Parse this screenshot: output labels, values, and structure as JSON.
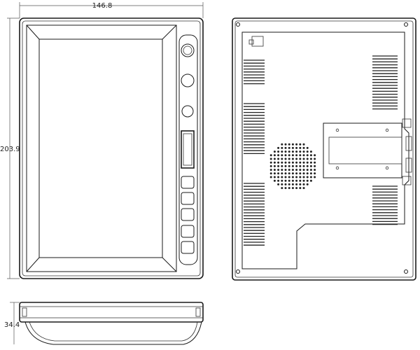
{
  "dimensions": {
    "width_label": "146.8",
    "height_label": "203.9",
    "depth_label": "34.4"
  },
  "front_view": {
    "button_count": 5,
    "round_controls": 3
  },
  "rear_view": {
    "screw_holes": 4,
    "bracket_holes": 4
  }
}
